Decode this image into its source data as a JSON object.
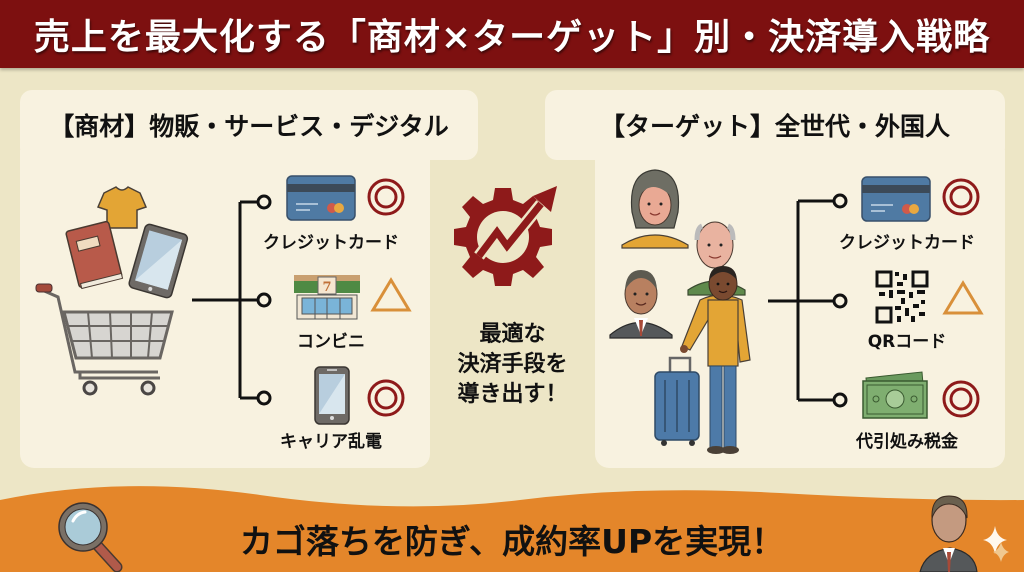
{
  "header": {
    "title": "売上を最大化する「商材×ターゲット」別・決済導入戦略"
  },
  "left_panel": {
    "heading": "【商材】物販・サービス・デジタル",
    "illustration": [
      "t-shirt-icon",
      "book-icon",
      "tablet-icon",
      "shopping-cart-icon"
    ],
    "methods": [
      {
        "label": "クレジットカード",
        "icon": "credit-card-icon",
        "rating": "◎",
        "rating_name": "double-circle"
      },
      {
        "label": "コンビニ",
        "icon": "convenience-store-icon",
        "rating": "△",
        "rating_name": "triangle"
      },
      {
        "label": "キャリア乱電",
        "icon": "smartphone-icon",
        "rating": "◎",
        "rating_name": "double-circle"
      }
    ]
  },
  "center": {
    "icon": "gear-growth-arrow-icon",
    "text_lines": [
      "最適な",
      "決済手段を",
      "導き出す！"
    ]
  },
  "right_panel": {
    "heading": "【ターゲット】全世代・外国人",
    "illustration": [
      "woman-avatar",
      "elderly-man-avatar",
      "businessman-avatar",
      "traveler-with-suitcase"
    ],
    "methods": [
      {
        "label": "クレジットカード",
        "icon": "credit-card-icon",
        "rating": "◎",
        "rating_name": "double-circle"
      },
      {
        "label": "QRコード",
        "icon": "qr-code-icon",
        "rating": "△",
        "rating_name": "triangle"
      },
      {
        "label": "代引処み税金",
        "icon": "cash-bills-icon",
        "rating": "◎",
        "rating_name": "double-circle"
      }
    ]
  },
  "footer": {
    "message": "カゴ落ちを防ぎ、成約率UPを実現！",
    "left_icon": "magnifier-icon",
    "right_icon": "businessman-sparkle-icon"
  },
  "colors": {
    "title_bg": "#7d1010",
    "page_bg": "#ede6c6",
    "panel_bg": "#f8f2e0",
    "accent_red": "#8e1a1a",
    "triangle_orange": "#d9903a",
    "footer_orange": "#e4862a",
    "card_blue": "#4f7aa3"
  }
}
